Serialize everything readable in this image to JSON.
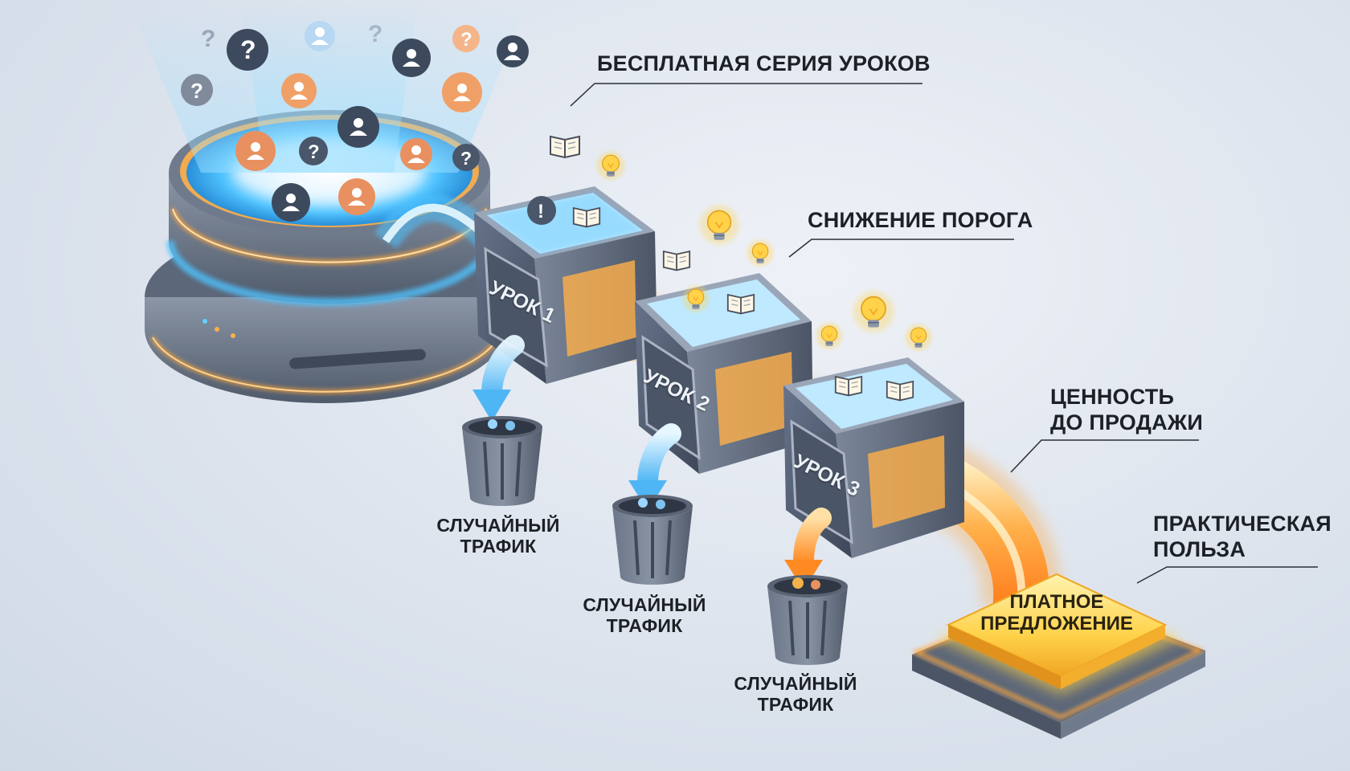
{
  "labels": {
    "free_series": "БЕСПЛАТНАЯ СЕРИЯ УРОКОВ",
    "lower_threshold": "СНИЖЕНИЕ ПОРОГА",
    "value_line1": "ЦЕННОСТЬ",
    "value_line2": "ДО ПРОДАЖИ",
    "practical_line1": "ПРАКТИЧЕСКАЯ",
    "practical_line2": "ПОЛЬЗА"
  },
  "lessons": [
    {
      "label": "УРОК 1"
    },
    {
      "label": "УРОК 2"
    },
    {
      "label": "УРОК 3"
    }
  ],
  "trash": [
    {
      "line1": "СЛУЧАЙНЫЙ",
      "line2": "ТРАФИК"
    },
    {
      "line1": "СЛУЧАЙНЫЙ",
      "line2": "ТРАФИК"
    },
    {
      "line1": "СЛУЧАЙНЫЙ",
      "line2": "ТРАФИК"
    }
  ],
  "offer": {
    "line1": "ПЛАТНОЕ",
    "line2": "ПРЕДЛОЖЕНИЕ"
  },
  "icons": [
    "question-icon",
    "user-icon",
    "book-icon",
    "lightbulb-icon",
    "trash-icon",
    "arrow-down-icon"
  ],
  "colors": {
    "glow_blue": "#4fc3ff",
    "glow_orange": "#ffa63a",
    "metal": "#6f7b8d",
    "gold": "#ffd24a"
  }
}
